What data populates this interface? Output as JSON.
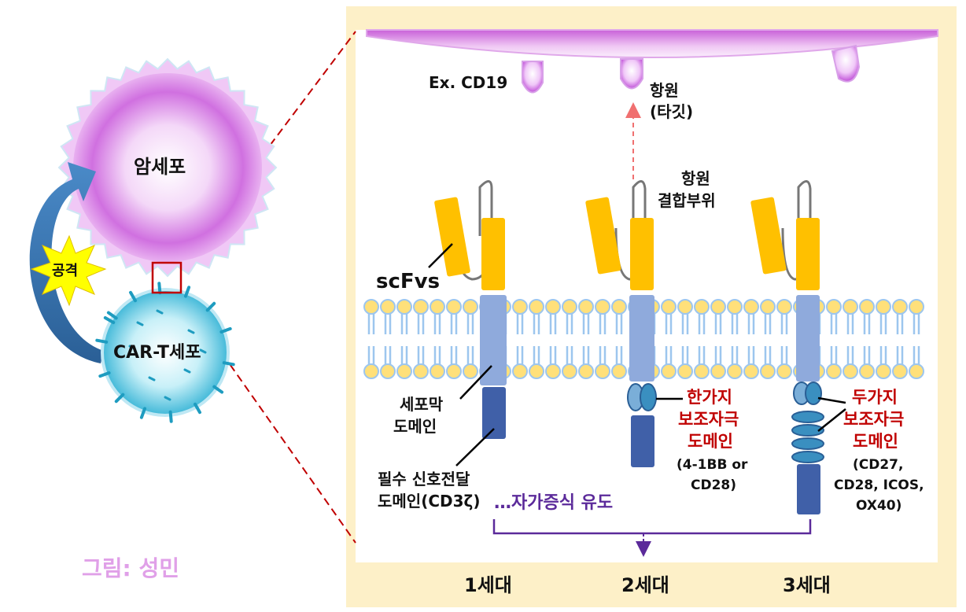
{
  "left": {
    "cancer_cell": "암세포",
    "car_t_cell": "CAR-T세포",
    "attack": "공격",
    "credit": "그림: 성민"
  },
  "panel": {
    "antigen_example": "Ex. CD19",
    "antigen_line1": "항원",
    "antigen_line2": "(타깃)",
    "binding_line1": "항원",
    "binding_line2": "결합부위",
    "scfvs": "scFvs",
    "tm_line1": "세포막",
    "tm_line2": "도메인",
    "signal_line1": "필수 신호전달",
    "signal_line2": "도메인(CD3ζ)",
    "proliferation": "…자가증식 유도",
    "gen2_line1": "한가지",
    "gen2_line2": "보조자극",
    "gen2_line3": "도메인",
    "gen2_ex1": "(4-1BB or",
    "gen2_ex2": "CD28)",
    "gen3_line1": "두가지",
    "gen3_line2": "보조자극",
    "gen3_line3": "도메인",
    "gen3_ex1": "(CD27,",
    "gen3_ex2": "CD28, ICOS,",
    "gen3_ex3": "OX40)",
    "generations": [
      "1세대",
      "2세대",
      "3세대"
    ]
  },
  "colors": {
    "cancer": "#cc55dd",
    "tcell": "#3fb8d8",
    "scfv": "#ffc000",
    "transmembrane": "#8faadc",
    "signal": "#4060a8",
    "costim": "#3a8fc0",
    "frame": "#fdf0c8",
    "bracket": "#5b2a9a",
    "highlight_red": "#c00000"
  }
}
